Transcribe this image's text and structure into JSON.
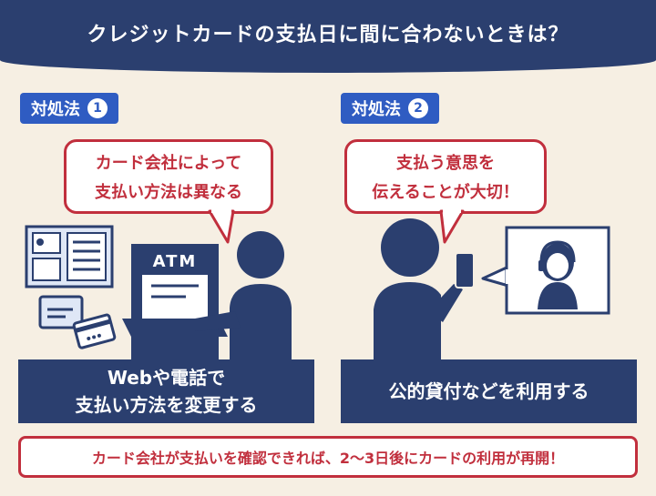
{
  "header": {
    "title": "クレジットカードの支払日に間に合わないときは？"
  },
  "methods": [
    {
      "badge_label": "対処法",
      "badge_number": "1",
      "bubble_lines": [
        "カード会社によって",
        "支払い方法は異なる"
      ],
      "atm_label": "ATM",
      "panel_lines": [
        "Webや電話で",
        "支払い方法を変更する"
      ]
    },
    {
      "badge_label": "対処法",
      "badge_number": "2",
      "bubble_lines": [
        "支払う意思を",
        "伝えることが大切！"
      ],
      "panel_lines": [
        "公的貸付などを利用する"
      ]
    }
  ],
  "footer": {
    "note": "カード会社が支払いを確認できれば、2〜3日後にカードの利用が再開！"
  },
  "colors": {
    "navy": "#2b3f6f",
    "blue": "#2f5cc2",
    "red": "#c12f3d",
    "background": "#f6efe3"
  },
  "icons": [
    "website-icon",
    "credit-card-icon",
    "atm-icon",
    "person-icon",
    "smartphone-icon",
    "operator-icon"
  ]
}
